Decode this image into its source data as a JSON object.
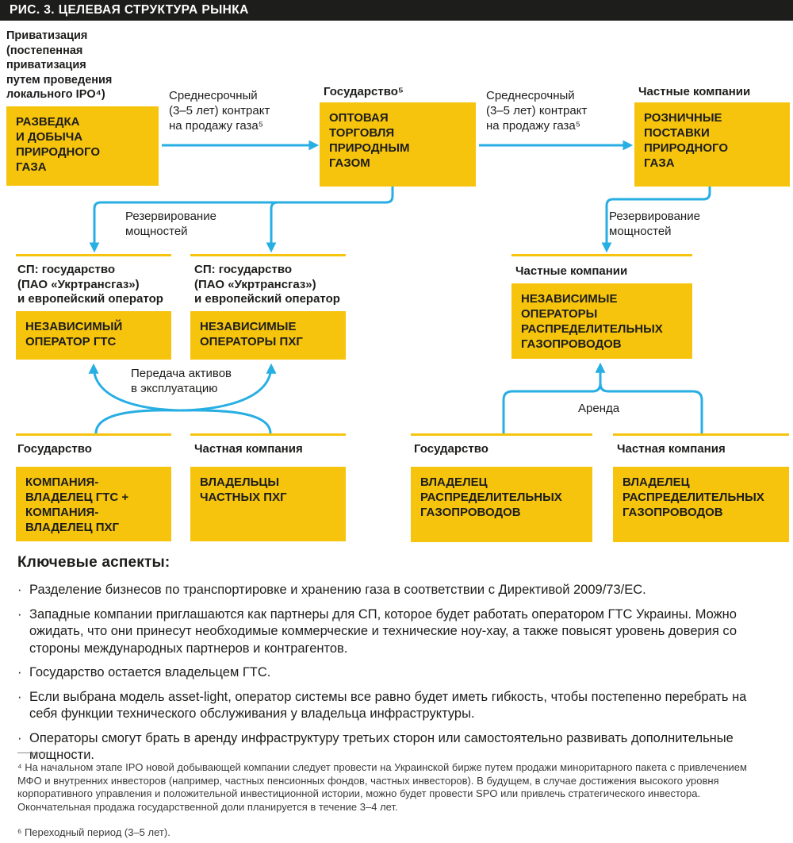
{
  "title": "РИС. 3. ЦЕЛЕВАЯ СТРУКТУРА РЫНКА",
  "colors": {
    "box_yellow": "#f6c40d",
    "arrow_cyan": "#27aee3",
    "titlebar_black": "#1d1d1b"
  },
  "diagram": {
    "privatization_note": "Приватизация\n(постепенная\nприватизация\nпутем проведения\nлокального IPO⁴)",
    "top_row": {
      "box_exploration": "РАЗВЕДКА\nИ ДОБЫЧА\nПРИРОДНОГО\nГАЗА",
      "contract_labels": [
        "Среднесрочный\n(3–5 лет) контракт\nна продажу газа⁵",
        "Среднесрочный\n(3–5 лет) контракт\nна продажу газа⁵"
      ],
      "state_label": "Государство⁵",
      "box_wholesale": "ОПТОВАЯ\nТОРГОВЛЯ\nПРИРОДНЫМ\nГАЗОМ",
      "private_companies_label": "Частные компании",
      "box_retail": "РОЗНИЧНЫЕ\nПОСТАВКИ\nПРИРОДНОГО\nГАЗА"
    },
    "reservation_labels": [
      "Резервирование\nмощностей",
      "Резервирование\nмощностей"
    ],
    "jv_labels": [
      "СП: государство\n(ПАО «Укртрансгаз»)\nи европейский оператор",
      "СП: государство\n(ПАО «Укртрансгаз»)\nи европейский оператор"
    ],
    "box_gts_operator": "НЕЗАВИСИМЫЙ\nОПЕРАТОР ГТС",
    "box_storage_operators": "НЕЗАВИСИМЫЕ\nОПЕРАТОРЫ ПХГ",
    "transfer_label": "Передача активов\nв эксплуатацию",
    "mid_private_companies_label": "Частные компании",
    "box_distribution_operators": "НЕЗАВИСИМЫЕ\nОПЕРАТОРЫ\nРАСПРЕДЕЛИТЕЛЬНЫХ\nГАЗОПРОВОДОВ",
    "lease_label": "Аренда",
    "owners": [
      {
        "label": "Государство",
        "box": "КОМПАНИЯ-\nВЛАДЕЛЕЦ ГТС +\nКОМПАНИЯ-\nВЛАДЕЛЕЦ ПХГ"
      },
      {
        "label": "Частная компания",
        "box": "ВЛАДЕЛЬЦЫ\nЧАСТНЫХ ПХГ"
      },
      {
        "label": "Государство",
        "box": "ВЛАДЕЛЕЦ\nРАСПРЕДЕЛИТЕЛЬНЫХ\nГАЗОПРОВОДОВ"
      },
      {
        "label": "Частная компания",
        "box": "ВЛАДЕЛЕЦ\nРАСПРЕДЕЛИТЕЛЬНЫХ\nГАЗОПРОВОДОВ"
      }
    ]
  },
  "key_aspects": {
    "heading": "Ключевые аспекты:",
    "items": [
      "Разделение бизнесов по транспортировке и хранению газа в соответствии с Директивой 2009/73/ЕС.",
      "Западные компании приглашаются как партнеры для СП, которое будет работать оператором ГТС Украины. Можно ожидать, что они принесут необходимые коммерческие и технические ноу-хау, а также повысят уровень доверия со стороны международных партнеров и контрагентов.",
      "Государство остается владельцем ГТС.",
      "Если выбрана модель asset-light, оператор системы все равно будет иметь гибкость, чтобы постепенно перебрать на себя функции технического обслуживания у владельца инфраструктуры.",
      "Операторы смогут брать в аренду инфраструктуру третьих сторон или самостоятельно развивать дополнительные мощности."
    ]
  },
  "footnotes": [
    "⁴ На начальном этапе IPO новой добывающей компании следует провести на Украинской бирже путем продажи миноритарного пакета с привлечением МФО и внутренних инвесторов (например, частных пенсионных фондов, частных инвесторов). В будущем, в случае достижения высокого уровня корпоративного управления и положительной инвестиционной истории, можно будет провести SPO или привлечь стратегического инвестора. Окончательная продажа государственной доли планируется в течение 3–4 лет.",
    "⁶ Переходный период (3–5 лет)."
  ]
}
